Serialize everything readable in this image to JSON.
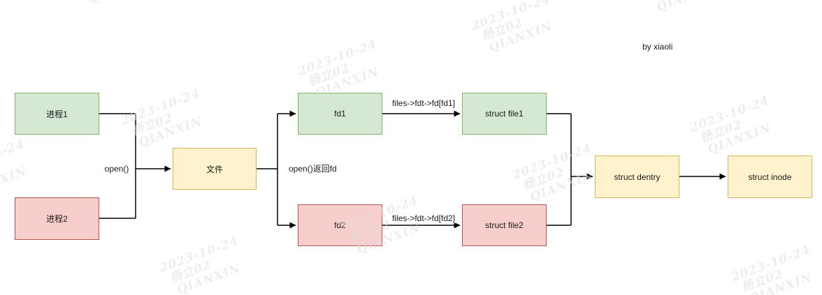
{
  "credit": "by xiaoli",
  "watermark": {
    "line1": "2023-10-24",
    "line2": "杨立02",
    "line3": "QIANXIN"
  },
  "colors": {
    "green_fill": "#d5e8d4",
    "green_border": "#82b366",
    "red_fill": "#f8cecc",
    "red_border": "#b85450",
    "yellow_fill": "#fff2cc",
    "yellow_border": "#d6b656",
    "line": "#000000",
    "watermark_text": "#ededed"
  },
  "nodes": [
    {
      "id": "process1",
      "label": "进程1",
      "color": "green"
    },
    {
      "id": "process2",
      "label": "进程2",
      "color": "red"
    },
    {
      "id": "file",
      "label": "文件",
      "color": "yellow"
    },
    {
      "id": "fd1",
      "label": "fd1",
      "color": "green"
    },
    {
      "id": "fd2",
      "label": "fd2",
      "color": "red"
    },
    {
      "id": "struct-file1",
      "label": "struct file1",
      "color": "green"
    },
    {
      "id": "struct-file2",
      "label": "struct file2",
      "color": "red"
    },
    {
      "id": "struct-dentry",
      "label": "struct dentry",
      "color": "yellow"
    },
    {
      "id": "struct-inode",
      "label": "struct inode",
      "color": "yellow"
    }
  ],
  "edges": {
    "open_label": "open()",
    "open_return_label": "open()返回fd",
    "fd1_lookup_label": "files->fdt->fd[fd1]",
    "fd2_lookup_label": "files->fdt->fd[fd2]"
  }
}
